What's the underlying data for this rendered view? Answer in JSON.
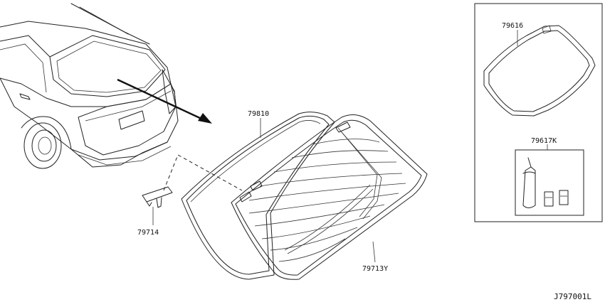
{
  "parts": {
    "moulding_label": "79810",
    "glass_label": "79713Y",
    "clip_label": "79714",
    "dam_label": "79616",
    "kit_label": "79617K"
  },
  "diagram_code": "J797001L"
}
